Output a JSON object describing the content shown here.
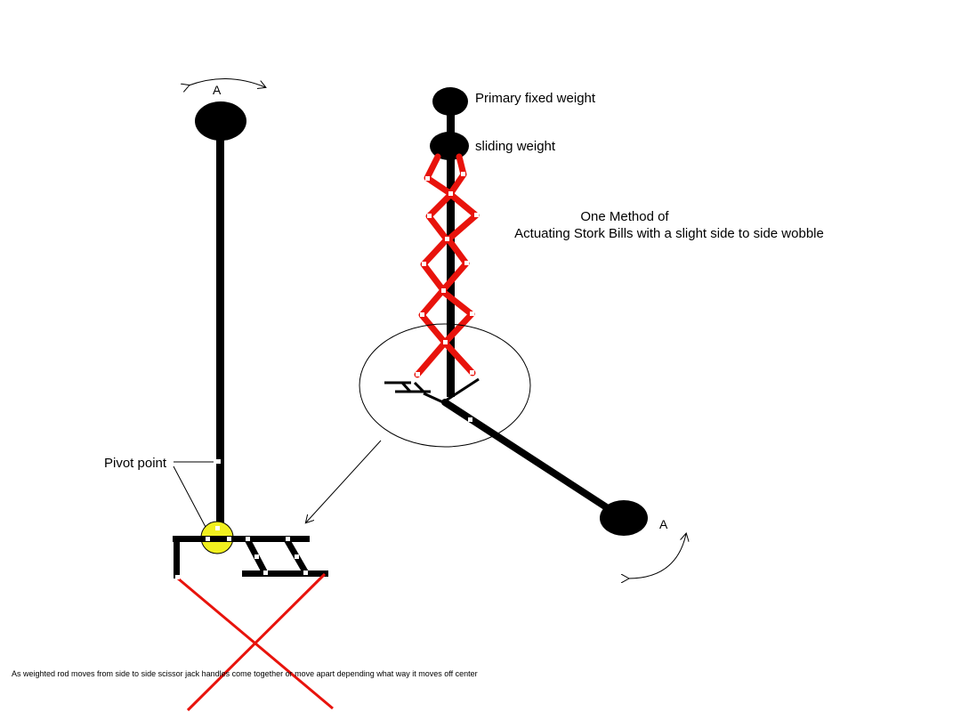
{
  "labels": {
    "a_left": "A",
    "a_right": "A",
    "primary_fixed_weight": "Primary fixed weight",
    "sliding_weight": "sliding weight",
    "title_line1": "One Method of",
    "title_line2": "Actuating Stork Bills with a slight side to side wobble",
    "pivot_point": "Pivot point",
    "caption": "As weighted rod moves from side to side scissor jack handles come together or move apart depending what way it moves off center"
  },
  "colors": {
    "rod": "#000000",
    "scissor": "#e8130c",
    "pivot": "#f1f01f",
    "joint": "#ffffff"
  }
}
